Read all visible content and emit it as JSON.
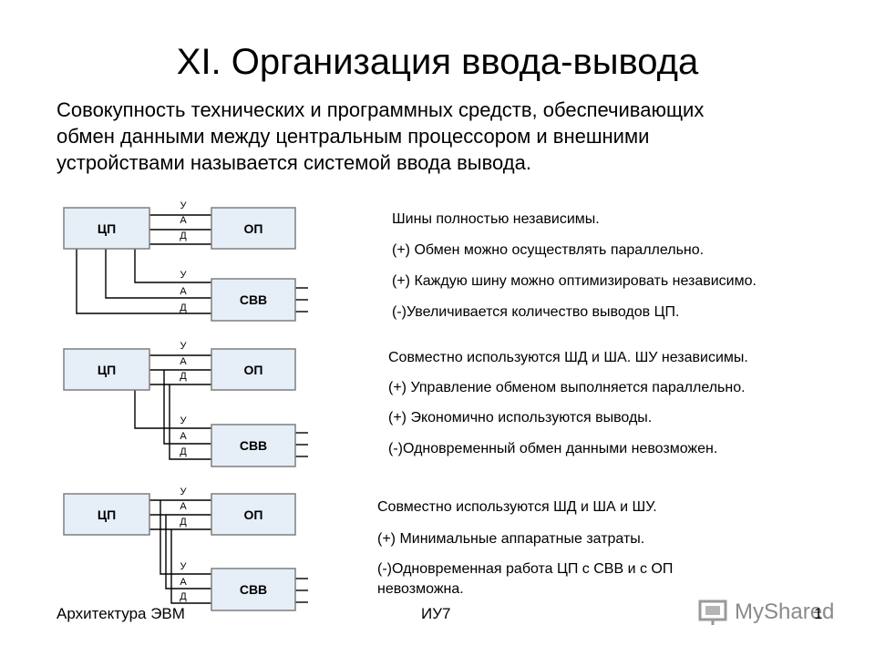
{
  "title": "XI. Организация ввода-вывода",
  "intro": [
    "Совокупность технических и программных средств, обеспечивающих",
    "обмен данными между центральным процессором и внешними",
    "устройствами называется системой ввода вывода."
  ],
  "diagram_labels": {
    "cpu": "ЦП",
    "memory": "ОП",
    "io": "СВВ",
    "bus_u": "У",
    "bus_a": "А",
    "bus_d": "Д"
  },
  "notes": [
    {
      "lines": [
        "Шины полностью независимы.",
        "(+) Обмен можно осуществлять параллельно.",
        "(+) Каждую шину можно оптимизировать независимо.",
        "(-)Увеличивается количество выводов ЦП."
      ]
    },
    {
      "lines": [
        "Совместно используются ШД и ША. ШУ независимы.",
        "(+) Управление обменом выполняется параллельно.",
        "(+) Экономично используются выводы.",
        "(-)Одновременный обмен данными невозможен."
      ]
    },
    {
      "lines": [
        "Совместно используются ШД и ША и ШУ.",
        "(+) Минимальные аппаратные затраты.",
        "(-)Одновременная работа ЦП с СВВ и с ОП",
        "невозможна."
      ]
    }
  ],
  "footer": {
    "left": "Архитектура ЭВМ",
    "center": "ИУ7",
    "page": "1"
  },
  "logo": {
    "text": "MyShared"
  },
  "colors": {
    "box_fill": "#e6eef7",
    "box_stroke": "#7f7f7f",
    "line": "#000000"
  }
}
